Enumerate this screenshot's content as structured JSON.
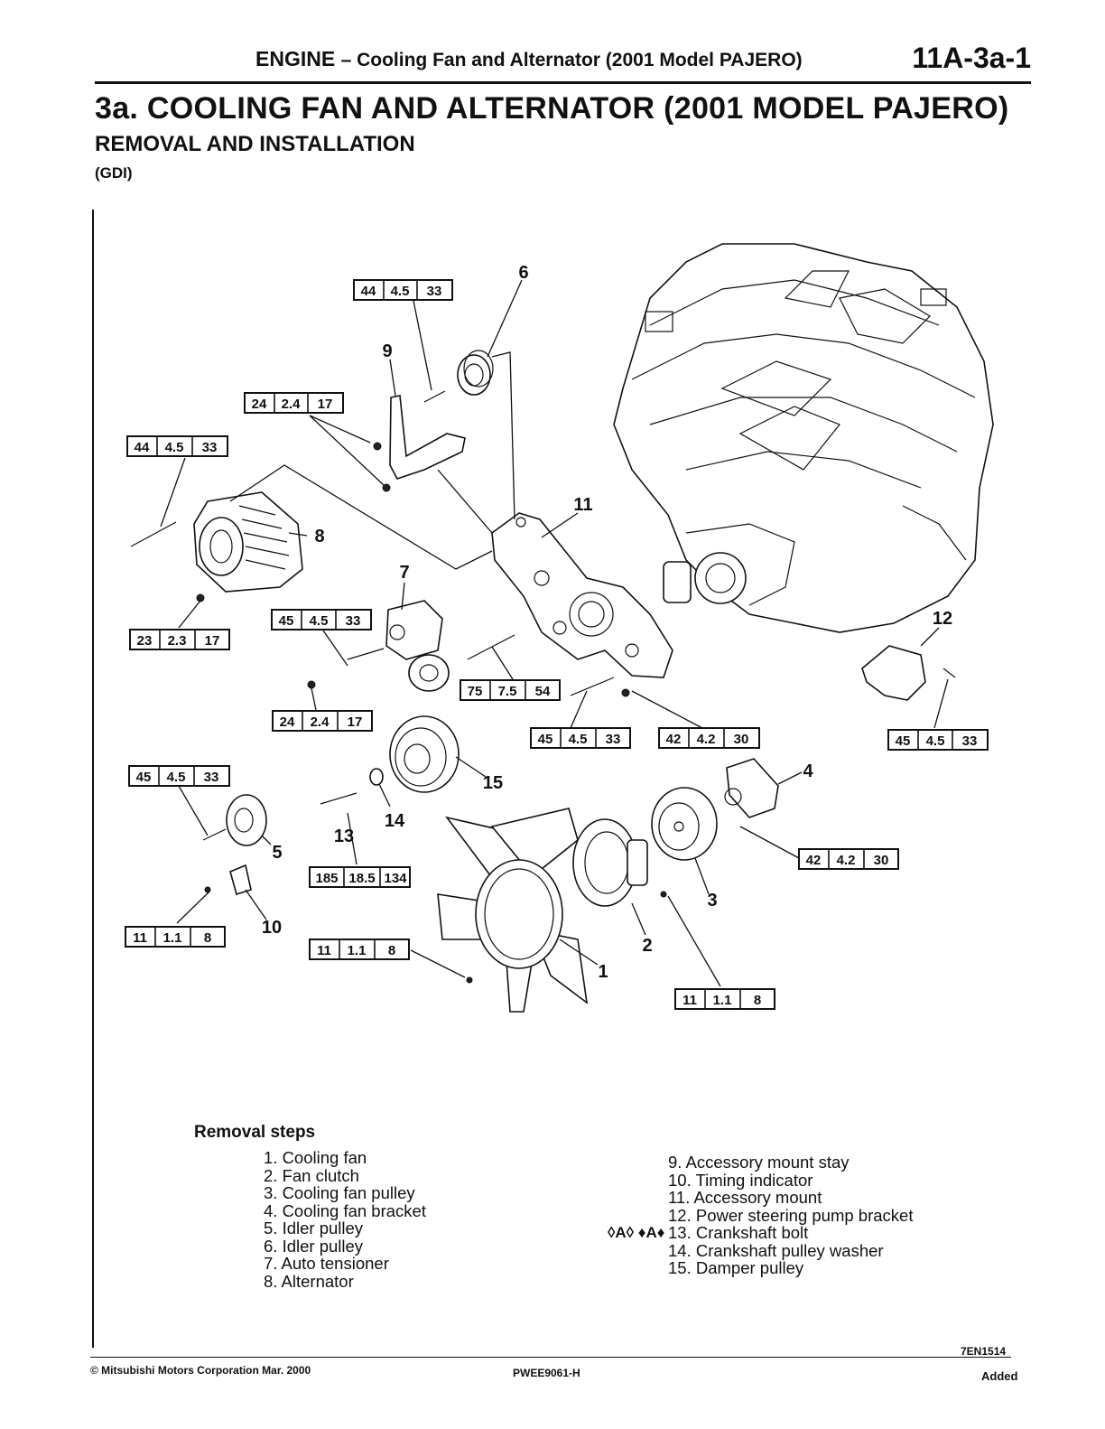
{
  "header": {
    "section": "ENGINE",
    "subject": "– Cooling Fan and Alternator (2001 Model PAJERO)",
    "page_no": "11A-3a-1"
  },
  "title": "3a. COOLING FAN AND ALTERNATOR (2001 MODEL PAJERO)",
  "subtitle": "REMOVAL AND INSTALLATION",
  "variant": "(GDI)",
  "torque_specs": [
    [
      "44",
      "4.5",
      "33"
    ],
    [
      "24",
      "2.4",
      "17"
    ],
    [
      "44",
      "4.5",
      "33"
    ],
    [
      "23",
      "2.3",
      "17"
    ],
    [
      "45",
      "4.5",
      "33"
    ],
    [
      "75",
      "7.5",
      "54"
    ],
    [
      "24",
      "2.4",
      "17"
    ],
    [
      "45",
      "4.5",
      "33"
    ],
    [
      "42",
      "4.2",
      "30"
    ],
    [
      "45",
      "4.5",
      "33"
    ],
    [
      "45",
      "4.5",
      "33"
    ],
    [
      "185",
      "18.5",
      "134"
    ],
    [
      "42",
      "4.2",
      "30"
    ],
    [
      "11",
      "1.1",
      "8"
    ],
    [
      "11",
      "1.1",
      "8"
    ],
    [
      "11",
      "1.1",
      "8"
    ]
  ],
  "callouts": [
    "6",
    "9",
    "11",
    "8",
    "7",
    "12",
    "4",
    "15",
    "14",
    "13",
    "5",
    "3",
    "10",
    "2",
    "1"
  ],
  "removal_steps": {
    "heading": "Removal steps",
    "left": [
      "1. Cooling fan",
      "2. Fan clutch",
      "3. Cooling fan pulley",
      "4. Cooling fan bracket",
      "5. Idler pulley",
      "6. Idler pulley",
      "7. Auto tensioner",
      "8. Alternator"
    ],
    "right": [
      "9. Accessory mount stay",
      "10. Timing indicator",
      "11. Accessory mount",
      "12. Power steering pump bracket",
      "13. Crankshaft bolt",
      "14. Crankshaft pulley washer",
      "15. Damper pulley"
    ],
    "marks": "◊A◊ ♦A♦"
  },
  "figure_code": "7EN1514",
  "footer": {
    "copyright": "© Mitsubishi Motors Corporation   Mar. 2000",
    "doc_no": "PWEE9061-H",
    "status": "Added"
  }
}
